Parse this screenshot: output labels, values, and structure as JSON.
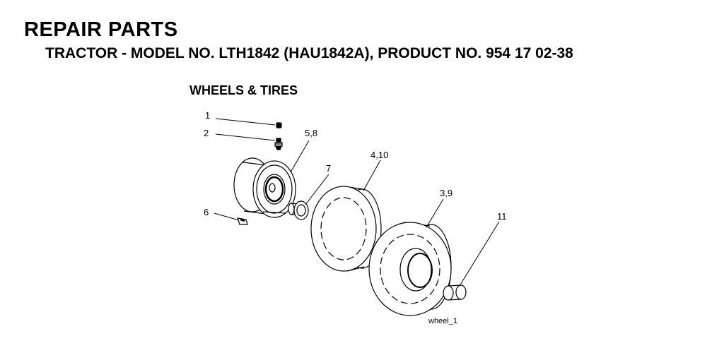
{
  "header": {
    "title": "REPAIR PARTS",
    "subtitle": "TRACTOR - MODEL NO. LTH1842 (HAU1842A),  PRODUCT NO. 954 17 02-38"
  },
  "section": {
    "title": "WHEELS & TIRES"
  },
  "callouts": {
    "c1": "1",
    "c2": "2",
    "c58": "5,8",
    "c7": "7",
    "c410": "4,10",
    "c39": "3,9",
    "c6": "6",
    "c11": "11"
  },
  "figure_id": "wheel_1"
}
